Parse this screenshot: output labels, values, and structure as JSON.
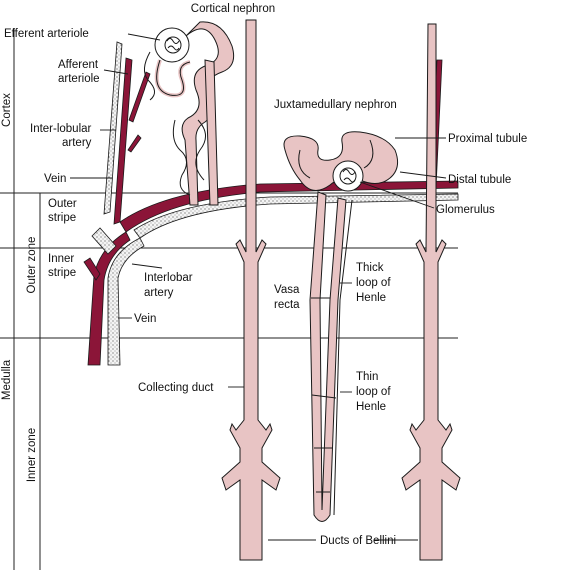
{
  "title": "Cortical nephron",
  "regions": {
    "cortex": "Cortex",
    "medulla": "Medulla",
    "outer_zone": "Outer zone",
    "inner_zone": "Inner zone",
    "outer_stripe": [
      "Outer",
      "stripe"
    ],
    "inner_stripe": [
      "Inner",
      "stripe"
    ]
  },
  "labels": {
    "efferent_arteriole": "Efferent arteriole",
    "afferent_arteriole": [
      "Afferent",
      "arteriole"
    ],
    "interlobular_artery": [
      "Inter-lobular",
      "artery"
    ],
    "vein_upper": "Vein",
    "interlobar_artery": [
      "Interlobar",
      "artery"
    ],
    "vein_lower": "Vein",
    "juxtamedullary_nephron": "Juxtamedullary nephron",
    "proximal_tubule": "Proximal tubule",
    "distal_tubule": "Distal tubule",
    "glomerulus": "Glomerulus",
    "thick_loop": [
      "Thick",
      "loop of",
      "Henle"
    ],
    "vasa_recta": [
      "Vasa",
      "recta"
    ],
    "collecting_duct": "Collecting duct",
    "thin_loop": [
      "Thin",
      "loop of",
      "Henle"
    ],
    "ducts_of_bellini": "Ducts of Bellini"
  },
  "colors": {
    "artery": "#8b1538",
    "tubule": "#e8c4c4",
    "vein": "#f2f2f2",
    "line": "#1a1a1a"
  }
}
